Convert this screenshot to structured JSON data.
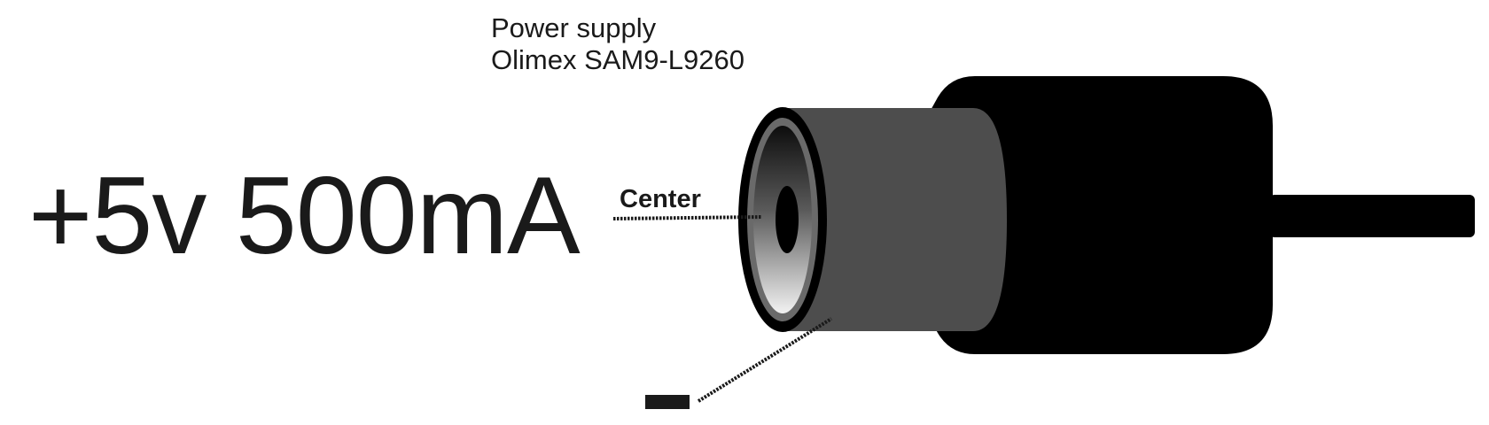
{
  "title": {
    "line1": "Power supply",
    "line2": "Olimex SAM9-L9260"
  },
  "rating": "+5v 500mA",
  "labels": {
    "center": "Center"
  },
  "icons": {
    "connector": "barrel-plug-icon",
    "minus": "minus-sign-icon"
  },
  "colors": {
    "text": "#1a1a1a",
    "plug_body": "#000000",
    "sleeve": "#4d4d4d",
    "lead_line": "#1a1a1a"
  }
}
